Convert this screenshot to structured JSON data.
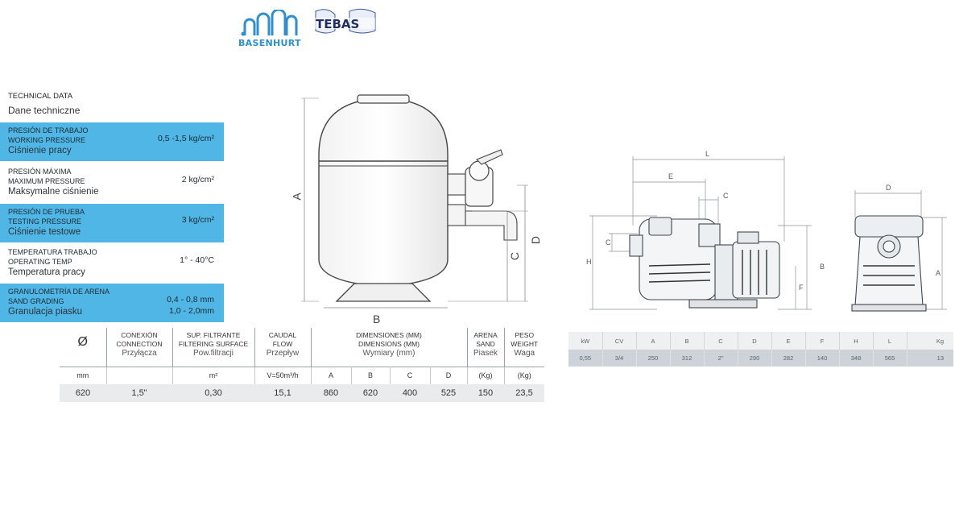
{
  "logos": {
    "basenhurt": "BASENHURT",
    "tebas": "TEBAS"
  },
  "spec": {
    "title_en": "TECHNICAL DATA",
    "title_pl": "Dane techniczne",
    "rows": [
      {
        "es": "PRESIÓN DE TRABAJO",
        "en": "WORKING PRESSURE",
        "pl": "Ciśnienie pracy",
        "value": "0,5 -1,5 kg/cm²",
        "highlight": true
      },
      {
        "es": "PRESIÓN MÁXIMA",
        "en": "MAXIMUM PRESSURE",
        "pl": "Maksymalne ciśnienie",
        "value": "2 kg/cm²",
        "highlight": false
      },
      {
        "es": "PRESIÓN DE PRUEBA",
        "en": "TESTING PRESSURE",
        "pl": "Ciśnienie testowe",
        "value": "3 kg/cm²",
        "highlight": true
      },
      {
        "es": "TEMPERATURA TRABAJO",
        "en": "OPERATING TEMP",
        "pl": "Temperatura pracy",
        "value": "1° - 40°C",
        "highlight": false
      },
      {
        "es": "GRANULOMETRÍA DE ARENA",
        "en": "SAND GRADING",
        "pl": "Granulacja piasku",
        "value": "0,4 - 0,8 mm",
        "value2": "1,0 - 2,0mm",
        "highlight": true
      }
    ]
  },
  "filter_drawing": {
    "labels": {
      "A": "A",
      "B": "B",
      "C": "C",
      "D": "D"
    }
  },
  "filter_table": {
    "diameter_symbol": "Ø",
    "headers": {
      "connection": [
        "CONEXIÓN",
        "CONNECTION",
        "Przyłącza"
      ],
      "surface": [
        "SUP. FILTRANTE",
        "FILTERING SURFACE",
        "Pow.filtracji"
      ],
      "flow": [
        "CAUDAL",
        "FLOW",
        "Przepływ"
      ],
      "dimensions": [
        "DIMENSIONES (mm)",
        "DIMENSIONS (mm)",
        "Wymiary (mm)"
      ],
      "sand": [
        "ARENA",
        "SAND",
        "Piasek"
      ],
      "weight": [
        "PESO",
        "WEIGHT",
        "Waga"
      ]
    },
    "units": [
      "mm",
      "",
      "m²",
      "V=50m³/h",
      "A",
      "B",
      "C",
      "D",
      "(Kg)",
      "(Kg)"
    ],
    "values": [
      "620",
      "1,5\"",
      "0,30",
      "15,1",
      "860",
      "620",
      "400",
      "525",
      "150",
      "23,5"
    ]
  },
  "pump_drawing": {
    "side_labels": {
      "L": "L",
      "E": "E",
      "C_top": "C",
      "C_left": "C",
      "H": "H",
      "B": "B",
      "F": "F"
    },
    "front_labels": {
      "D": "D",
      "A": "A"
    }
  },
  "pump_table": {
    "headers": [
      "kW",
      "CV",
      "A",
      "B",
      "C",
      "D",
      "E",
      "F",
      "H",
      "L",
      "Kg"
    ],
    "values": [
      "0,55",
      "3/4",
      "250",
      "312",
      "2\"",
      "290",
      "282",
      "140",
      "348",
      "565",
      "13"
    ]
  },
  "colors": {
    "highlight_blue": "#4fb6e5",
    "brand_blue": "#2d8fd0"
  }
}
